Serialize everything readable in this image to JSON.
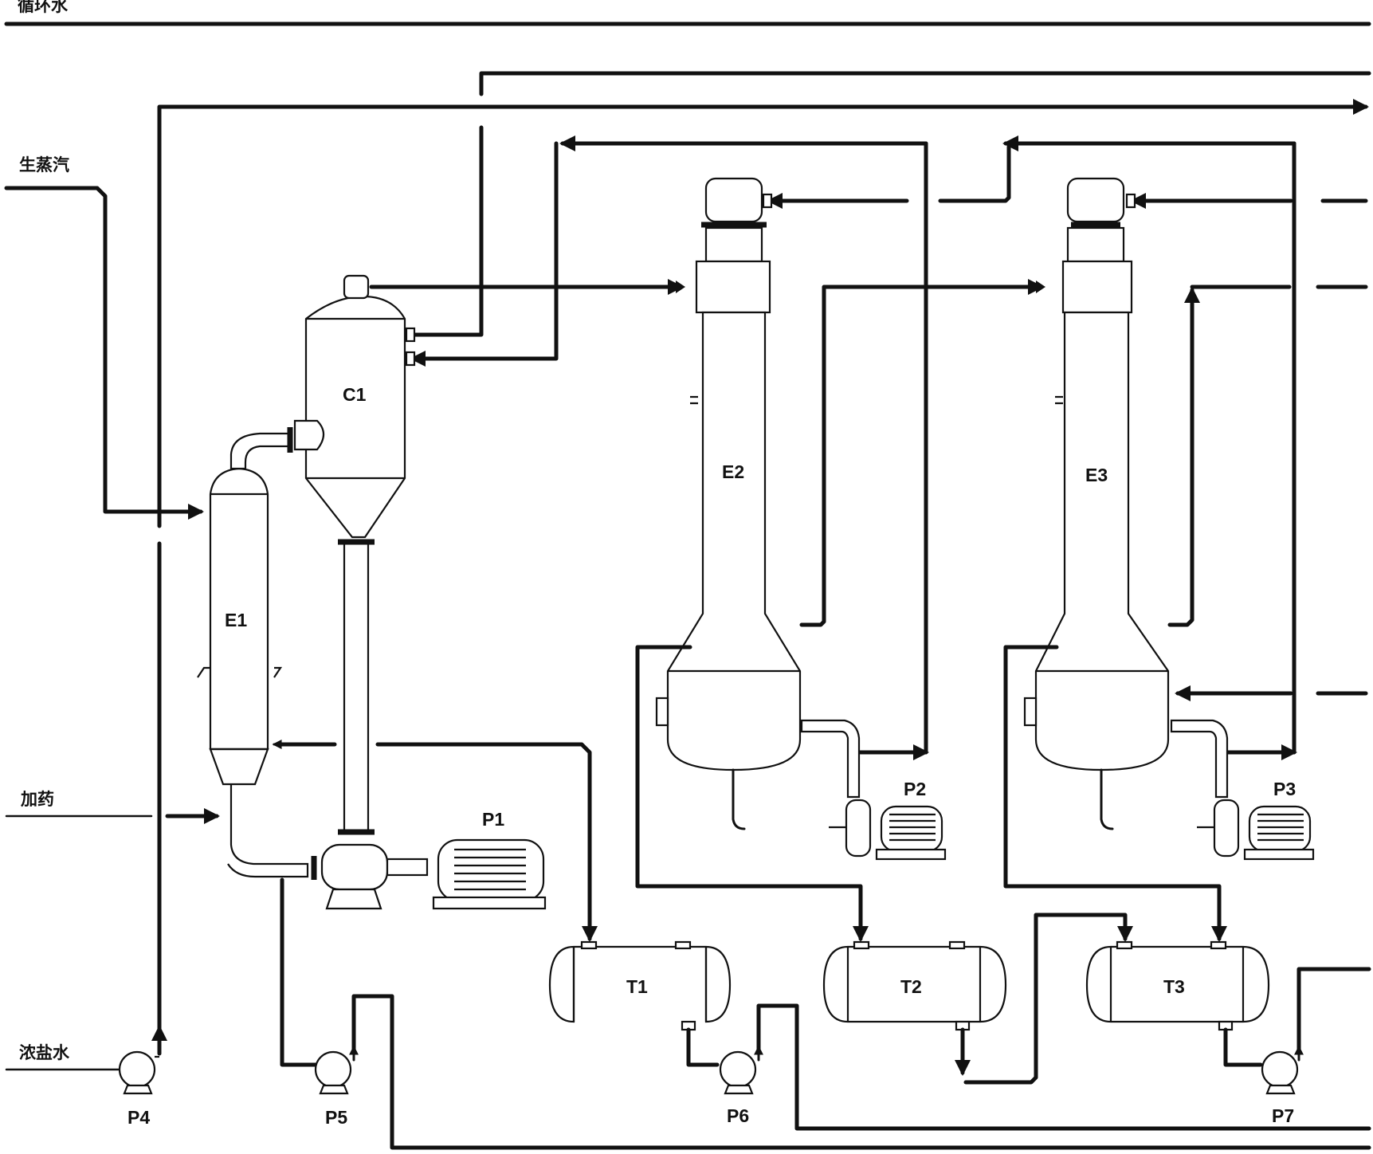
{
  "streams": {
    "top_line": "循环水",
    "live_steam": "生蒸汽",
    "dosing": "加药",
    "brine": "浓盐水"
  },
  "equipment": {
    "e1": "E1",
    "c1": "C1",
    "e2": "E2",
    "e3": "E3",
    "p1": "P1",
    "p2": "P2",
    "p3": "P3",
    "p4": "P4",
    "p5": "P5",
    "p6": "P6",
    "p7": "P7",
    "t1": "T1",
    "t2": "T2",
    "t3": "T3"
  }
}
